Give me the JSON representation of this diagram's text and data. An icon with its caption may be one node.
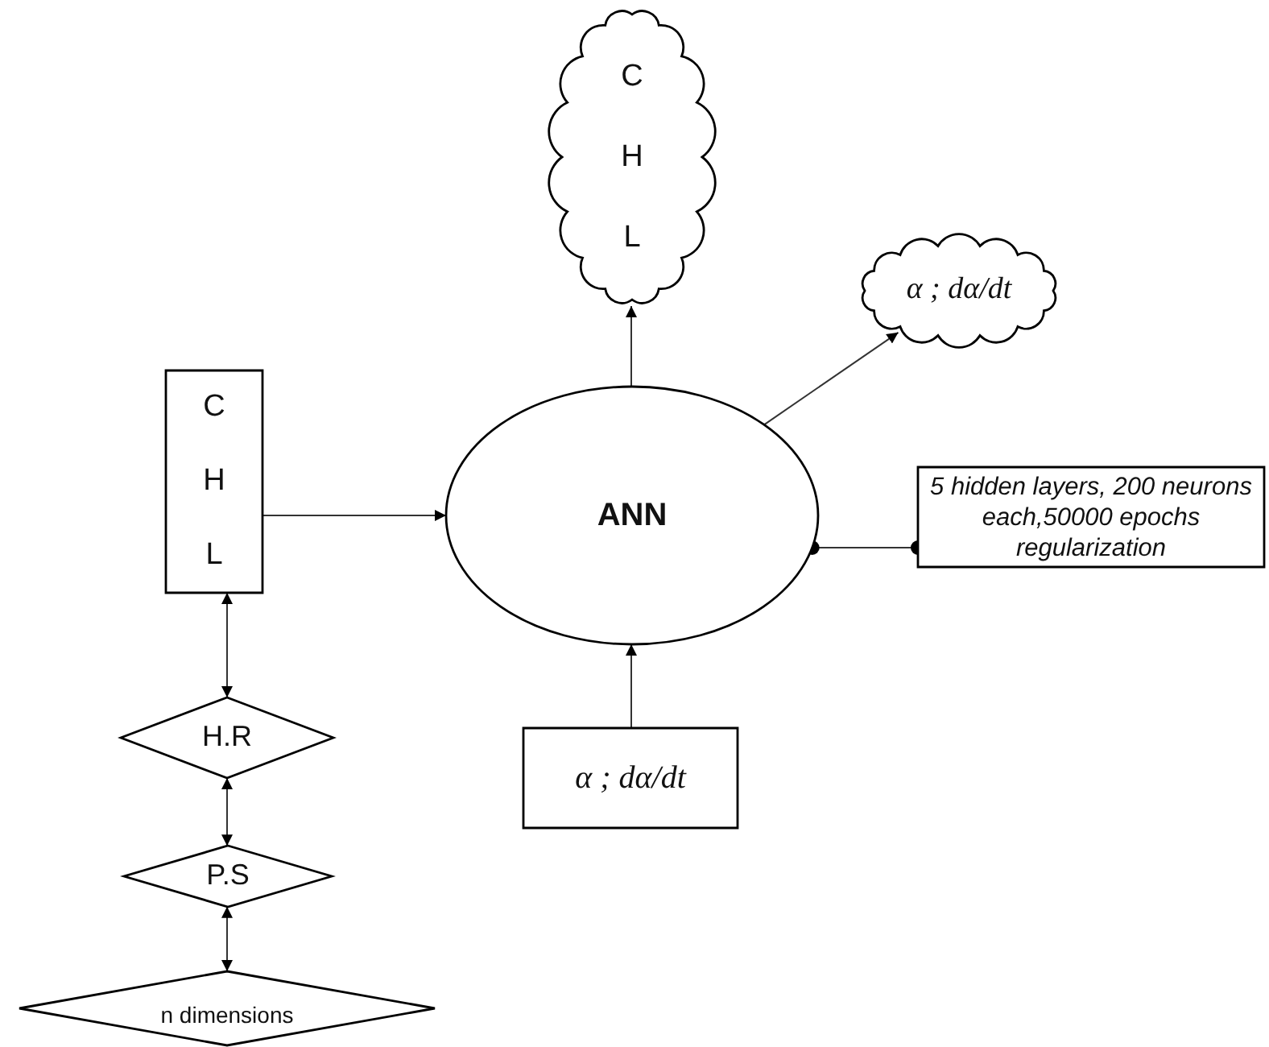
{
  "diagram": {
    "nodes": [
      {
        "text": [
          "C H L"
        ]
      },
      {
        "text": [
          "α ; dα/dt"
        ]
      },
      {
        "text": [
          "C H L"
        ]
      },
      {
        "text": [
          "ANN"
        ]
      },
      {
        "text": [
          "5 hidden layers, 200 neurons each,50000 epochs regularization"
        ]
      },
      {
        "text": [
          "α ; dα/dt"
        ]
      },
      {
        "text": [
          "H.R"
        ]
      },
      {
        "text": [
          "P.S"
        ]
      },
      {
        "text": [
          "n dimensions"
        ]
      }
    ],
    "edges": [
      {
        "from": 3,
        "to": 0,
        "arrow": "to"
      },
      {
        "from": 3,
        "to": 1,
        "arrow": "to"
      },
      {
        "from": 2,
        "to": 3,
        "arrow": "to"
      },
      {
        "from": 3,
        "to": 4,
        "arrow": "other"
      },
      {
        "from": 5,
        "to": 3,
        "arrow": "to"
      },
      {
        "from": 2,
        "to": 6,
        "arrow": "both"
      },
      {
        "from": 6,
        "to": 7,
        "arrow": "both"
      },
      {
        "from": 7,
        "to": 8,
        "arrow": "both"
      }
    ]
  }
}
